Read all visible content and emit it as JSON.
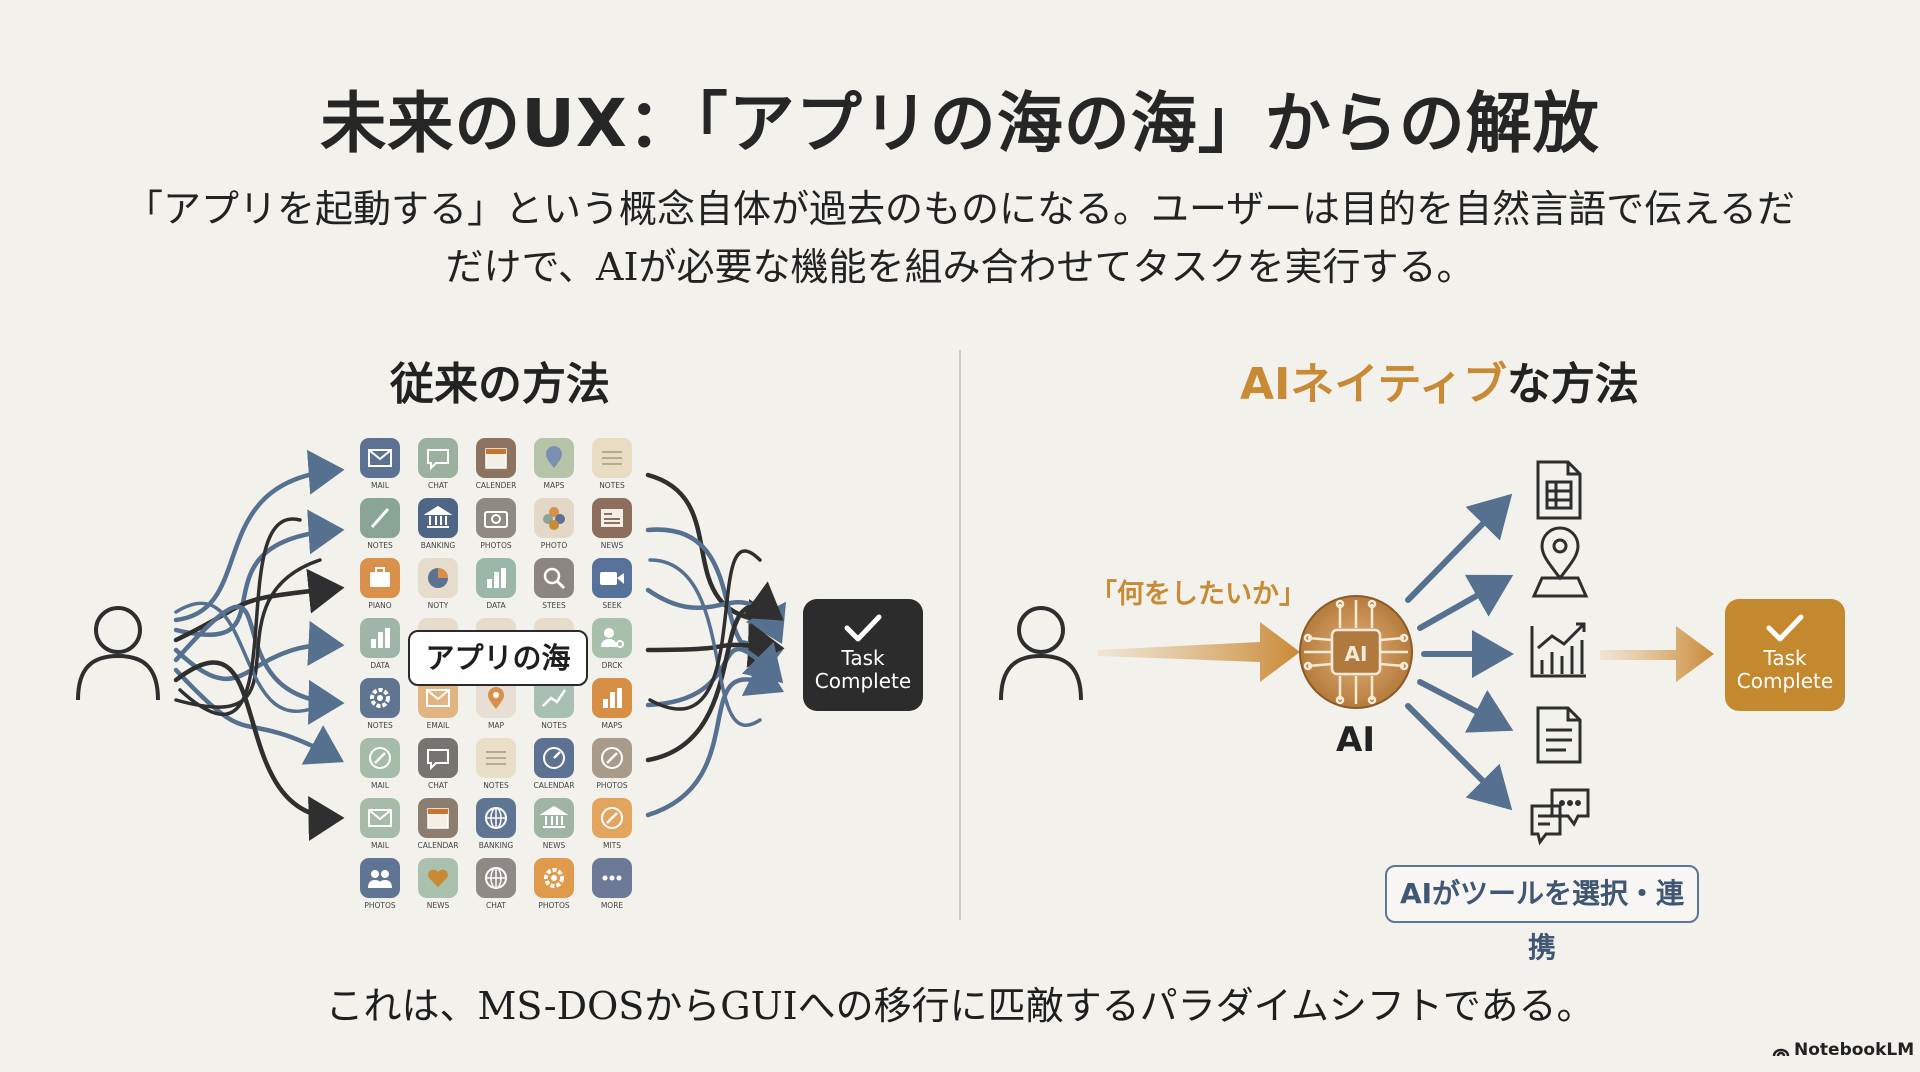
{
  "title": "未来のUX：「アプリの海の海」からの解放",
  "subtitle": {
    "line1": "「アプリを起動する」という概念自体が過去のものになる。ユーザーは目的を自然言語で伝えるだ",
    "line2": "だけで、AIが必要な機能を組み合わせてタスクを実行する。"
  },
  "left": {
    "heading": "従来の方法",
    "sea_label": "アプリの海",
    "task_line1": "Task",
    "task_line2": "Complete",
    "apps": [
      {
        "label": "MAIL",
        "color": "#5d7191",
        "icon": "mail-icon"
      },
      {
        "label": "CHAT",
        "color": "#9bb09f",
        "icon": "chat-icon"
      },
      {
        "label": "CALENDER",
        "color": "#8b7360",
        "icon": "calendar-icon"
      },
      {
        "label": "MAPS",
        "color": "#b5c3a8",
        "icon": "map-icon"
      },
      {
        "label": "NOTES",
        "color": "#e8dcc2",
        "icon": "notes-icon"
      },
      {
        "label": "NOTES",
        "color": "#8aa596",
        "icon": "pencil-icon"
      },
      {
        "label": "BANKING",
        "color": "#4f6585",
        "icon": "bank-icon"
      },
      {
        "label": "PHOTOS",
        "color": "#8f8a84",
        "icon": "camera-icon"
      },
      {
        "label": "PHOTO",
        "color": "#e3d8c8",
        "icon": "flower-icon"
      },
      {
        "label": "NEWS",
        "color": "#8b6f5c",
        "icon": "news-icon"
      },
      {
        "label": "PIANO",
        "color": "#d9904a",
        "icon": "briefcase-icon"
      },
      {
        "label": "NOTY",
        "color": "#e6dccc",
        "icon": "pie-chart-icon"
      },
      {
        "label": "DATA",
        "color": "#9ab7a7",
        "icon": "bar-chart-icon"
      },
      {
        "label": "STEES",
        "color": "#8b8681",
        "icon": "search-icon"
      },
      {
        "label": "SEEK",
        "color": "#56729a",
        "icon": "video-icon"
      },
      {
        "label": "DATA",
        "color": "#9fb5a5",
        "icon": "bar-chart-icon"
      },
      {
        "label": "",
        "color": "#e6dccc",
        "icon": "blank-icon"
      },
      {
        "label": "",
        "color": "#e6dccc",
        "icon": "blank-icon"
      },
      {
        "label": "",
        "color": "#e6dccc",
        "icon": "blank-icon"
      },
      {
        "label": "DRCK",
        "color": "#a8c0ab",
        "icon": "user-gear-icon"
      },
      {
        "label": "NOTES",
        "color": "#5f7591",
        "icon": "gear-icon"
      },
      {
        "label": "EMAIL",
        "color": "#e2b482",
        "icon": "mail-icon"
      },
      {
        "label": "MAP",
        "color": "#e7dfd3",
        "icon": "map-pin-icon"
      },
      {
        "label": "NOTES",
        "color": "#a8bfb3",
        "icon": "chart-icon"
      },
      {
        "label": "MAPS",
        "color": "#d78f45",
        "icon": "bar-chart-icon"
      },
      {
        "label": "MAIL",
        "color": "#a4bca8",
        "icon": "compass-icon"
      },
      {
        "label": "CHAT",
        "color": "#777370",
        "icon": "chat-icon"
      },
      {
        "label": "NOTES",
        "color": "#e9dfc9",
        "icon": "notes-icon"
      },
      {
        "label": "CALENDAR",
        "color": "#5d7191",
        "icon": "clock-icon"
      },
      {
        "label": "PHOTOS",
        "color": "#a99b8a",
        "icon": "compass-icon"
      },
      {
        "label": "MAIL",
        "color": "#a7bca8",
        "icon": "mail-icon"
      },
      {
        "label": "CALENDAR",
        "color": "#8b7d70",
        "icon": "calendar-icon"
      },
      {
        "label": "BANKING",
        "color": "#5f7693",
        "icon": "globe-icon"
      },
      {
        "label": "NEWS",
        "color": "#9fb5a3",
        "icon": "bank-icon"
      },
      {
        "label": "MITS",
        "color": "#e3a45d",
        "icon": "compass-icon"
      },
      {
        "label": "PHOTOS",
        "color": "#5f7593",
        "icon": "people-icon"
      },
      {
        "label": "NEWS",
        "color": "#a9c1ad",
        "icon": "heart-icon"
      },
      {
        "label": "CHAT",
        "color": "#8f8a84",
        "icon": "globe-icon"
      },
      {
        "label": "PHOTOS",
        "color": "#e09a4b",
        "icon": "gear-icon"
      },
      {
        "label": "MORE",
        "color": "#6c7a98",
        "icon": "more-icon"
      }
    ]
  },
  "right": {
    "heading_accent": "AIネイティブ",
    "heading_rest": "な方法",
    "want_label": "「何をしたいか」",
    "ai_chip_text": "AI",
    "ai_label": "AI",
    "task_line1": "Task",
    "task_line2": "Complete",
    "tools_label": "AIがツールを選択・連携",
    "tools": [
      "spreadsheet-icon",
      "location-pin-icon",
      "analytics-icon",
      "document-icon",
      "chat-bubbles-icon"
    ]
  },
  "footer": "これは、MS-DOSからGUIへの移行に匹敵するパラダイムシフトである。",
  "brand": "NotebookLM",
  "colors": {
    "background": "#f3f1ec",
    "accent": "#c98a36",
    "blue": "#56708f",
    "dark": "#2c2c2c"
  }
}
